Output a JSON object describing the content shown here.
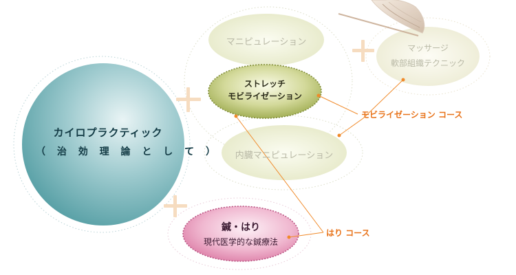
{
  "diagram": {
    "main_circle": {
      "title": "カイロプラクティック",
      "subtitle": "（ 治 効 理 論 と し て ）"
    },
    "manipulation": "マニピュレーション",
    "stretch": {
      "line1": "ストレッチ",
      "line2": "モビライゼーション"
    },
    "visceral": "内臓マニピュレーション",
    "massage": {
      "line1": "マッサージ",
      "line2": "軟部組織テクニック"
    },
    "acupuncture": {
      "line1": "鍼・はり",
      "line2": "現代医学的な鍼療法"
    },
    "courses": {
      "mobilization": "モビライゼーション コース",
      "hari": "はり コース"
    },
    "colors": {
      "teal": "#5fa8ae",
      "olive": "#a8b455",
      "pale_olive": "#e6e9c6",
      "pink": "#e393b6",
      "accent": "#f08a2a",
      "plus": "#f6dcc0"
    }
  }
}
